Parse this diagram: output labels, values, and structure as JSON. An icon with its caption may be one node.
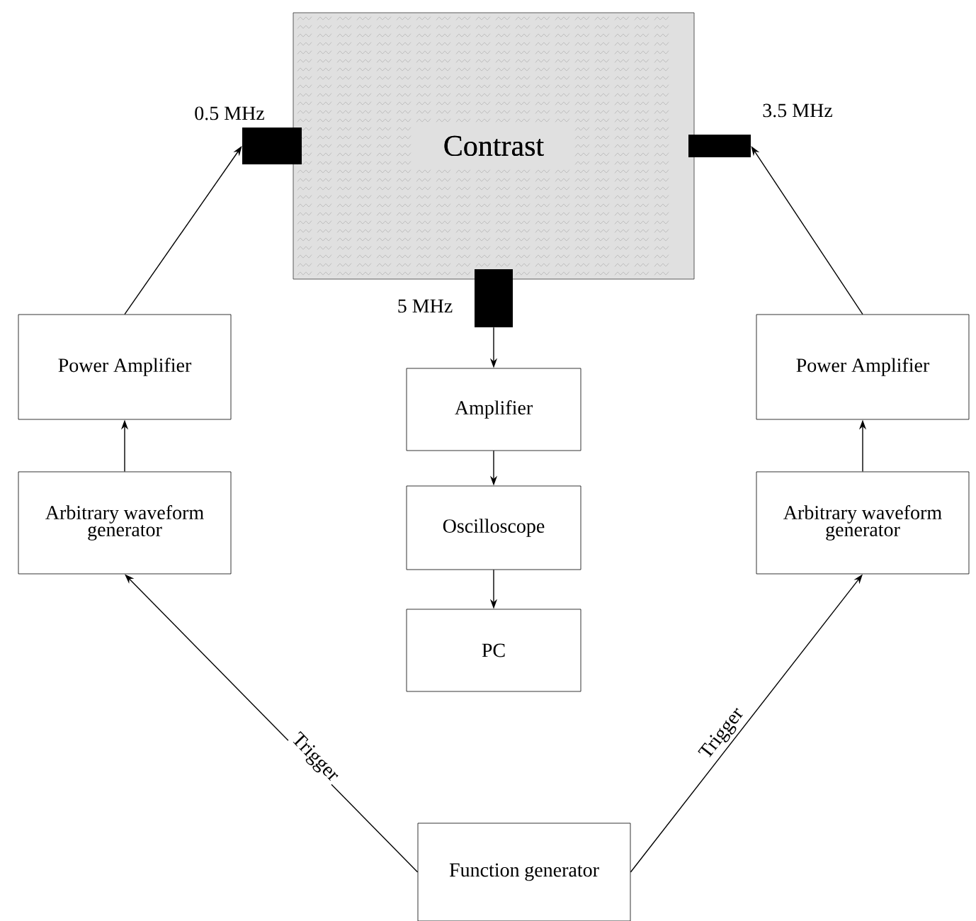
{
  "diagram": {
    "nodes": [
      {
        "text": [
          "Contrast"
        ]
      },
      {
        "text": [],
        "shape": "box",
        "beside": [
          "0.5 MHz"
        ]
      },
      {
        "text": [],
        "shape": "box",
        "beside": [
          "3.5 MHz"
        ]
      },
      {
        "text": [],
        "shape": "box",
        "beside": [
          "5 MHz"
        ]
      },
      {
        "text": [
          "Power Amplifier"
        ]
      },
      {
        "text": [
          "Arbitrary waveform generator"
        ]
      },
      {
        "text": [
          "Amplifier"
        ]
      },
      {
        "text": [
          "Oscilloscope"
        ]
      },
      {
        "text": [
          "PC"
        ]
      },
      {
        "text": [
          "Power Amplifier"
        ]
      },
      {
        "text": [
          "Arbitrary waveform generator"
        ]
      },
      {
        "text": [
          "Function generator"
        ]
      }
    ],
    "edges": [
      {
        "from": 4,
        "to": 1,
        "arrow": "to"
      },
      {
        "from": 9,
        "to": 2,
        "arrow": "to"
      },
      {
        "from": 3,
        "to": 6,
        "arrow": "to"
      },
      {
        "from": 6,
        "to": 7,
        "arrow": "to"
      },
      {
        "from": 7,
        "to": 8,
        "arrow": "to"
      },
      {
        "from": 5,
        "to": 4,
        "arrow": "to"
      },
      {
        "from": 10,
        "to": 9,
        "arrow": "to"
      },
      {
        "from": 11,
        "to": 5,
        "arrow": "to",
        "label": "Trigger"
      },
      {
        "from": 11,
        "to": 10,
        "arrow": "to",
        "label": "Trigger"
      }
    ]
  }
}
